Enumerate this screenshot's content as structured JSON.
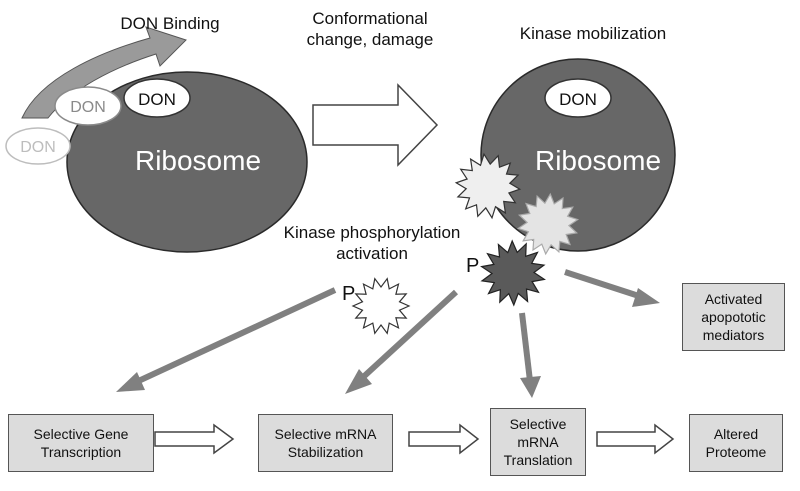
{
  "labels": {
    "don_binding": "DON Binding",
    "conformational": "Conformational change, damage",
    "conformational_line1": "Conformational",
    "conformational_line2": "change, damage",
    "kinase_mobilization": "Kinase mobilization",
    "kinase_phos_line1": "Kinase phosphorylation",
    "kinase_phos_line2": "activation"
  },
  "left_ribosome": {
    "label": "Ribosome",
    "don_bound": "DON",
    "don_incoming_1": "DON",
    "don_incoming_2": "DON"
  },
  "right_ribosome": {
    "label": "Ribosome",
    "don_bound": "DON"
  },
  "p_labels": {
    "p1": "P",
    "p2": "P"
  },
  "boxes": {
    "gene_transcription": [
      "Selective Gene",
      "Transcription"
    ],
    "mrna_stabilization": [
      "Selective mRNA",
      "Stabilization"
    ],
    "mrna_translation": [
      "Selective",
      "mRNA",
      "Translation"
    ],
    "altered_proteome": [
      "Altered",
      "Proteome"
    ],
    "apoptotic": [
      "Activated",
      "apopototic",
      "mediators"
    ]
  },
  "colors": {
    "ribosome": "#676767",
    "arrow_gray": "#808080",
    "box_fill": "#dcdcdc",
    "starburst_light": "#efefef",
    "starburst_lighter": "#e4e4e4",
    "starburst_dark": "#5a5a5a"
  }
}
